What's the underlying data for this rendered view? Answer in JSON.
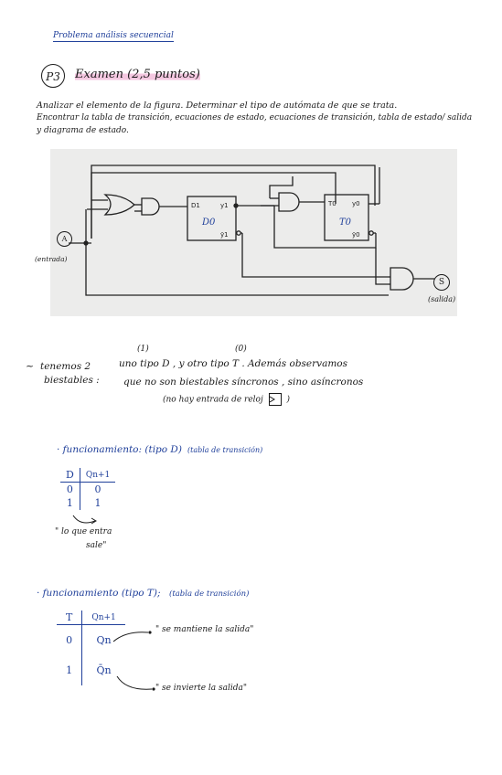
{
  "header": {
    "topic": "Problema análisis secuencial"
  },
  "problem": {
    "label": "P3",
    "title": "Examen (2,5 puntos)"
  },
  "statement": {
    "line1": "Analizar el elemento de la figura. Determinar el tipo de autómata de que se trata.",
    "line2": "Encontrar la tabla de transición, ecuaciones de estado, ecuaciones de transición, tabla de estado/ salida",
    "line3": "y diagrama de estado."
  },
  "figure": {
    "input_label": "A",
    "input_note": "(entrada)",
    "ff1": {
      "pin_in": "D1",
      "pin_q": "y1",
      "pin_qn": "ȳ1",
      "name": "D0"
    },
    "ff0": {
      "pin_in": "T0",
      "pin_q": "y0",
      "pin_qn": "ȳ0",
      "name": "T0"
    },
    "output_label": "S",
    "output_note": "(salida)"
  },
  "analysis": {
    "intro_a": "tenemos 2",
    "intro_b": "biestables :",
    "idx1": "(1)",
    "idx0": "(0)",
    "type_text": "uno tipo D   , y otro tipo T . Además observamos",
    "line2": "que no son biestables síncronos , sino asíncronos",
    "line3": "(no hay entrada de reloj",
    "line3_end": ")"
  },
  "d_section": {
    "title": "· funcionamiento: (tipo D)",
    "note": "(tabla de transición)",
    "headers": [
      "D",
      "Qn+1"
    ],
    "rows": [
      [
        "0",
        "0"
      ],
      [
        "1",
        "1"
      ]
    ],
    "comment_line1": "\" lo que entra",
    "comment_line2": "sale\""
  },
  "t_section": {
    "title": "· funcionamiento (tipo T);",
    "note": "(tabla de transición)",
    "headers": [
      "T",
      "Qn+1"
    ],
    "rows": [
      [
        "0",
        "Qn"
      ],
      [
        "1",
        "Q̄n"
      ]
    ],
    "comment_keep": "\" se mantiene la salida\"",
    "comment_invert": "\" se invierte la salida\""
  }
}
